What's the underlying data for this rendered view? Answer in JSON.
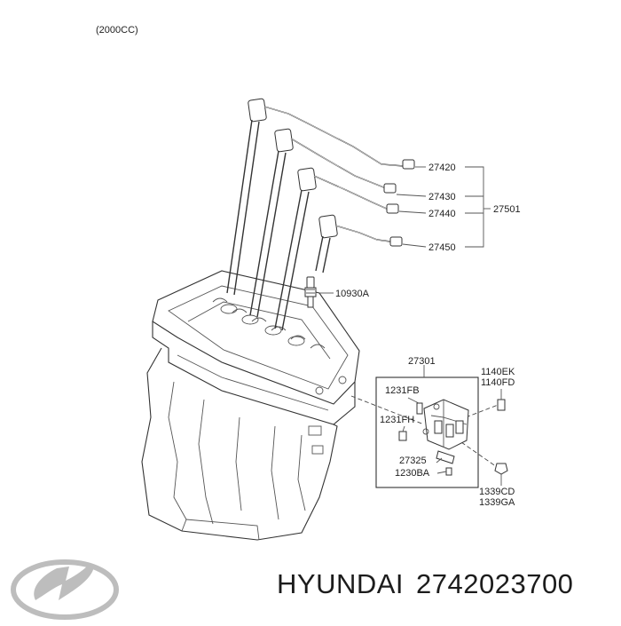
{
  "header": {
    "engine_spec": "(2000CC)"
  },
  "callouts": {
    "wire_1": "27420",
    "wire_2": "27430",
    "wire_3": "27440",
    "wire_4": "27450",
    "wire_set": "27501",
    "spark_plug": "10930A",
    "coil_assembly": "27301",
    "bolt_top_right_a": "1140EK",
    "bolt_top_right_b": "1140FD",
    "bolt_1231fb": "1231FB",
    "bolt_1231fh": "1231FH",
    "bracket": "27325",
    "bolt_1230ba": "1230BA",
    "nut_a": "1339CD",
    "nut_b": "1339GA"
  },
  "footer": {
    "brand": "HYUNDAI",
    "part_number": "2742023700"
  },
  "colors": {
    "line": "#333333",
    "text": "#222222",
    "logo": "#bdbdbd",
    "background": "#ffffff"
  }
}
